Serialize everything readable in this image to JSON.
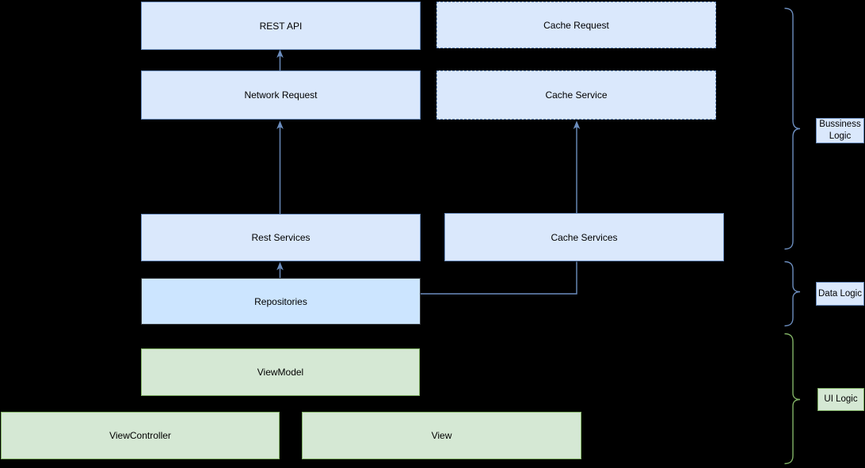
{
  "diagram": {
    "background": "#000000",
    "palette": {
      "blue_fill": "#dae8fc",
      "blue_stroke": "#6c8ebf",
      "repositories_fill": "#cce5ff",
      "repositories_stroke": "#36393d",
      "green_fill": "#d5e8d4",
      "green_stroke": "#82b366",
      "connector": "#6c8ebf",
      "text": "#000000"
    },
    "nodes": {
      "rest_api": {
        "label": "REST API",
        "style": "blue-solid"
      },
      "cache_request": {
        "label": "Cache Request",
        "style": "blue-dashed"
      },
      "network_request": {
        "label": "Network Request",
        "style": "blue-solid"
      },
      "cache_service": {
        "label": "Cache Service",
        "style": "blue-dashed"
      },
      "rest_services": {
        "label": "Rest Services",
        "style": "blue-solid"
      },
      "cache_services": {
        "label": "Cache Services",
        "style": "blue-solid"
      },
      "repositories": {
        "label": "Repositories",
        "style": "blue-highlight"
      },
      "view_model": {
        "label": "ViewModel",
        "style": "green"
      },
      "view_controller": {
        "label": "ViewController",
        "style": "green"
      },
      "view": {
        "label": "View",
        "style": "green"
      }
    },
    "connections": [
      {
        "from": "network_request",
        "to": "rest_api",
        "arrow": true,
        "shape": "straight-up"
      },
      {
        "from": "rest_services",
        "to": "network_request",
        "arrow": true,
        "shape": "straight-up"
      },
      {
        "from": "cache_services",
        "to": "cache_service",
        "arrow": true,
        "shape": "straight-up"
      },
      {
        "from": "repositories",
        "to": "rest_services",
        "arrow": true,
        "shape": "straight-up"
      },
      {
        "from": "repositories",
        "to": "cache_services",
        "arrow": false,
        "shape": "elbow-right-up"
      }
    ],
    "groups": [
      {
        "id": "business_logic",
        "label": "Bussiness Logic",
        "brace_color": "blue",
        "spans": [
          "rest_api",
          "cache_request",
          "network_request",
          "cache_service",
          "rest_services",
          "cache_services"
        ]
      },
      {
        "id": "data_logic",
        "label": "Data Logic",
        "brace_color": "blue",
        "spans": [
          "repositories"
        ]
      },
      {
        "id": "ui_logic",
        "label": "UI Logic",
        "brace_color": "green",
        "spans": [
          "view_model",
          "view_controller",
          "view"
        ]
      }
    ]
  }
}
